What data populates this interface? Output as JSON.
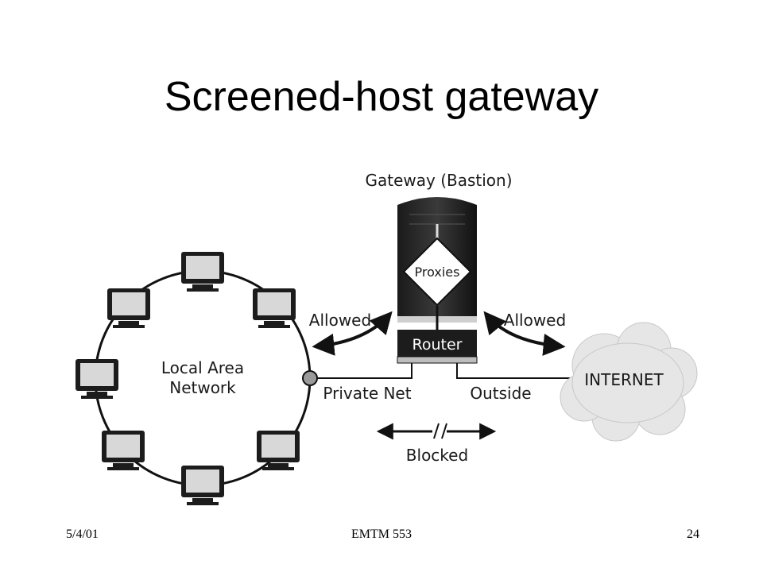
{
  "slide": {
    "title": "Screened-host gateway",
    "footer_date": "5/4/01",
    "footer_course": "EMTM 553",
    "footer_page": "24"
  },
  "diagram": {
    "gateway_label": "Gateway (Bastion)",
    "proxies_label": "Proxies",
    "router_label": "Router",
    "lan_label_line1": "Local Area",
    "lan_label_line2": "Network",
    "internet_label": "INTERNET",
    "allowed_left": "Allowed",
    "allowed_right": "Allowed",
    "private_net": "Private Net",
    "outside": "Outside",
    "blocked": "Blocked"
  }
}
